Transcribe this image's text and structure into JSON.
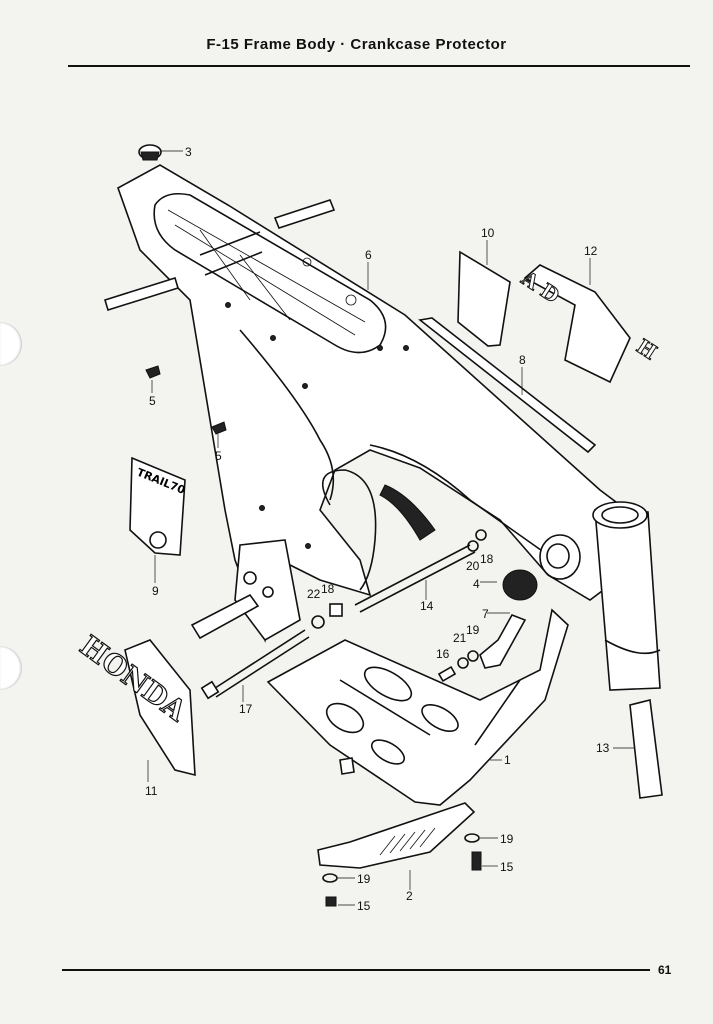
{
  "header": {
    "title": "F-15   Frame Body · Crankcase Protector"
  },
  "footer": {
    "page_number": "61"
  },
  "emblems": {
    "trail_badge": "TRAIL70",
    "honda_tank_left": "HONDA",
    "honda_tank_right": "HONDA"
  },
  "callouts": [
    {
      "id": "c1",
      "text": "1"
    },
    {
      "id": "c2",
      "text": "2"
    },
    {
      "id": "c3",
      "text": "3"
    },
    {
      "id": "c4",
      "text": "4"
    },
    {
      "id": "c5a",
      "text": "5"
    },
    {
      "id": "c5b",
      "text": "5"
    },
    {
      "id": "c6",
      "text": "6"
    },
    {
      "id": "c7",
      "text": "7"
    },
    {
      "id": "c8",
      "text": "8"
    },
    {
      "id": "c9",
      "text": "9"
    },
    {
      "id": "c10",
      "text": "10"
    },
    {
      "id": "c11",
      "text": "11"
    },
    {
      "id": "c12",
      "text": "12"
    },
    {
      "id": "c13",
      "text": "13"
    },
    {
      "id": "c14",
      "text": "14"
    },
    {
      "id": "c15a",
      "text": "15"
    },
    {
      "id": "c15b",
      "text": "15"
    },
    {
      "id": "c16",
      "text": "16"
    },
    {
      "id": "c17",
      "text": "17"
    },
    {
      "id": "c18a",
      "text": "18"
    },
    {
      "id": "c18b",
      "text": "18"
    },
    {
      "id": "c19a",
      "text": "19"
    },
    {
      "id": "c19b",
      "text": "19"
    },
    {
      "id": "c19c",
      "text": "19"
    },
    {
      "id": "c20",
      "text": "20"
    },
    {
      "id": "c21",
      "text": "21"
    },
    {
      "id": "c22",
      "text": "22"
    }
  ]
}
